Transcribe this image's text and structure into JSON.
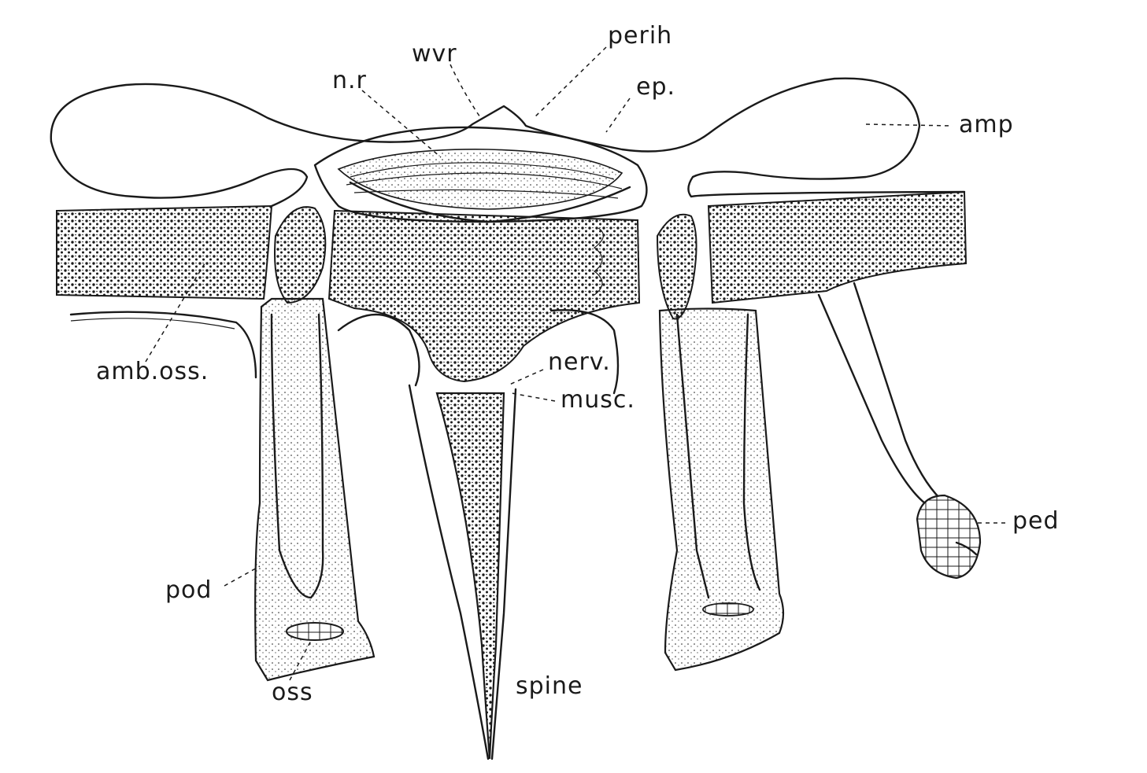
{
  "figure": {
    "labels": {
      "wvr": "wvr",
      "perih": "perih",
      "nr": "n.r",
      "ep": "ep.",
      "amp": "amp",
      "amb_oss": "amb.oss.",
      "nerv": "nerv.",
      "musc": "musc.",
      "ped": "ped",
      "pod": "pod",
      "oss": "oss",
      "spine": "spine"
    }
  }
}
